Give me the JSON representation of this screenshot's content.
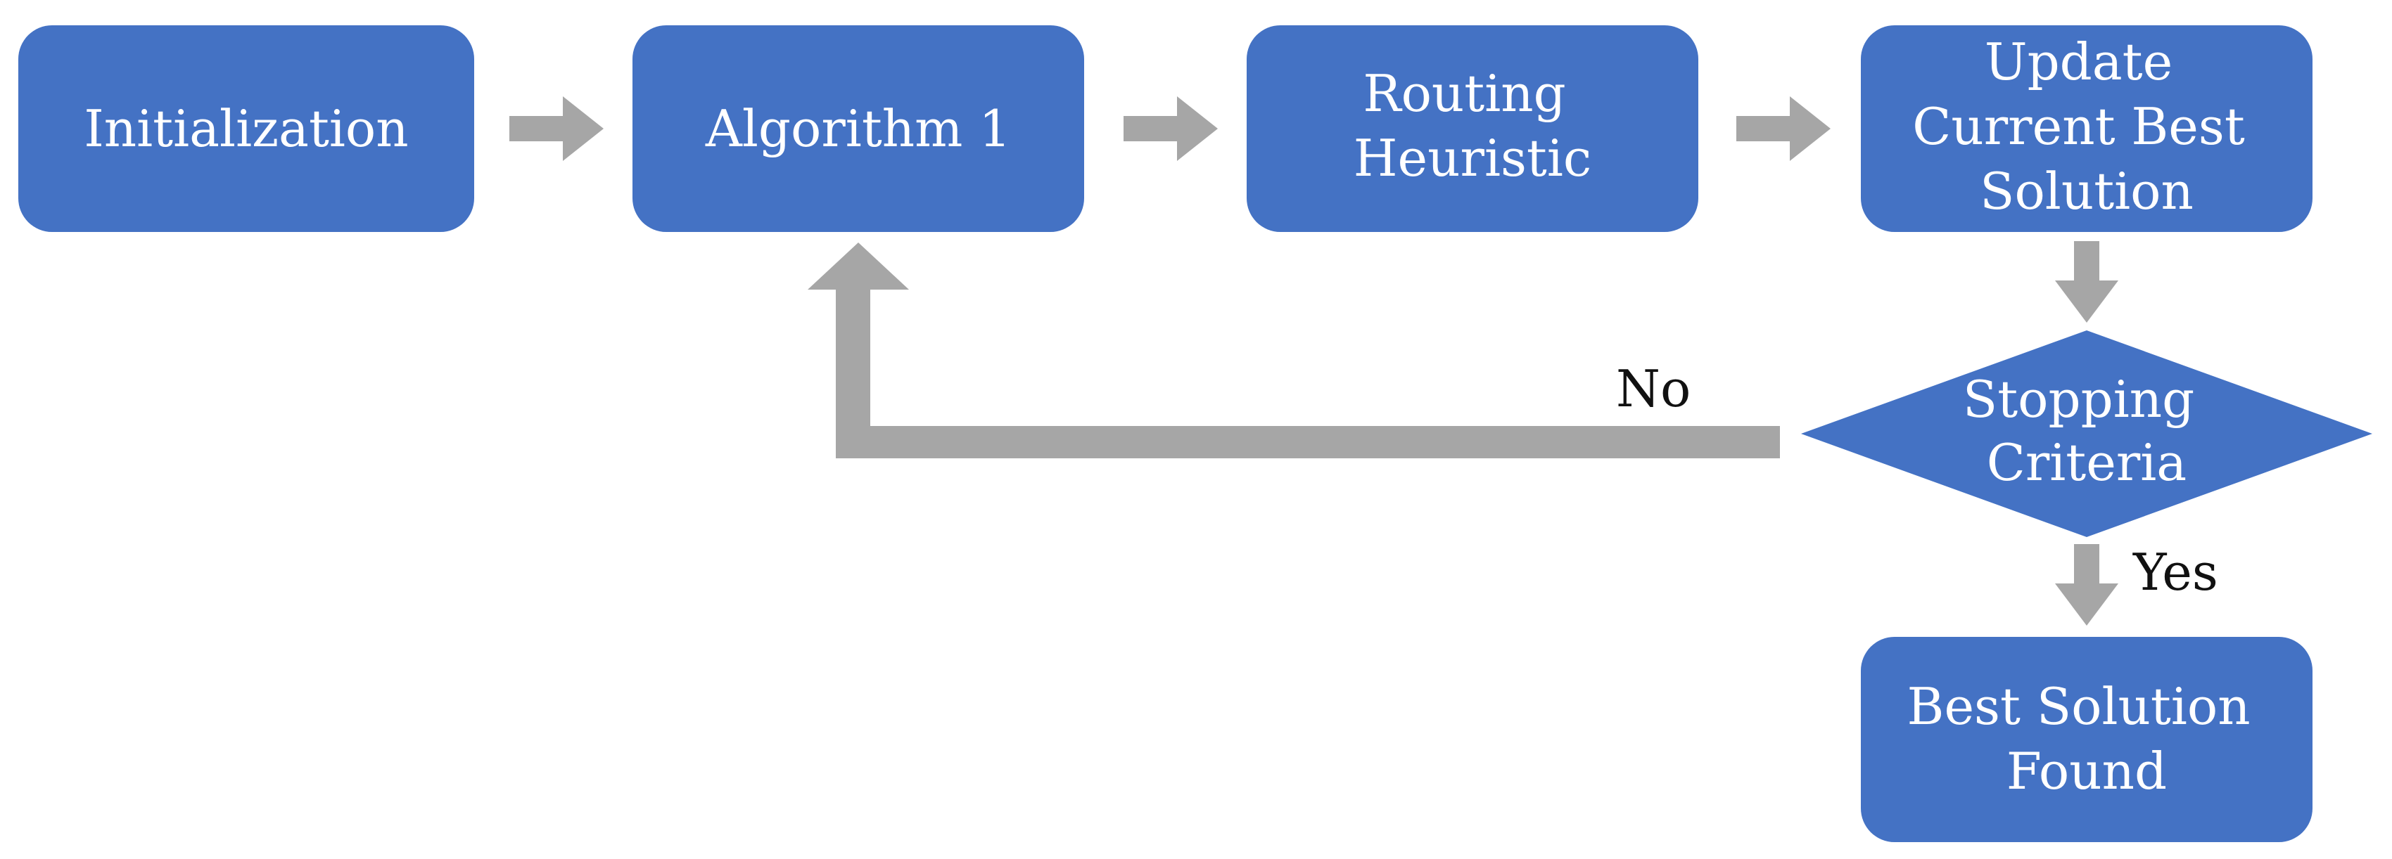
{
  "colors": {
    "node_fill": "#4472C4",
    "node_text": "#FFFFFF",
    "arrow_fill": "#A6A6A6",
    "branch_text": "#111111"
  },
  "nodes": {
    "initialization": {
      "lines": [
        "Initialization"
      ]
    },
    "algorithm1": {
      "lines": [
        "Algorithm 1"
      ]
    },
    "routing": {
      "lines": [
        "Routing",
        "Heuristic"
      ]
    },
    "update": {
      "lines": [
        "Update",
        "Current Best",
        "Solution"
      ]
    },
    "stopping": {
      "lines": [
        "Stopping",
        "Criteria"
      ]
    },
    "best": {
      "lines": [
        "Best Solution",
        "Found"
      ]
    }
  },
  "branches": {
    "no": "No",
    "yes": "Yes"
  }
}
